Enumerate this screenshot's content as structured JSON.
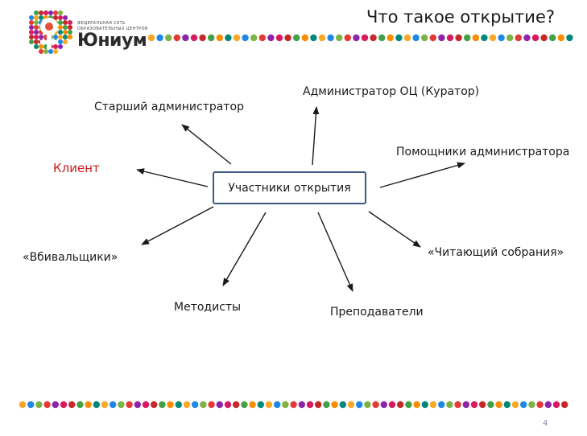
{
  "slide": {
    "title": "Что такое открытие?",
    "page_number": "4"
  },
  "logo": {
    "line1": "ФЕДЕРАЛЬНАЯ СЕТЬ",
    "line2": "ОБРАЗОВАТЕЛЬНЫХ ЦЕНТРОВ",
    "name": "Юниум"
  },
  "diagram": {
    "center": "Участники открытия",
    "nodes": {
      "senior_admin": "Старший администратор",
      "curator": "Администратор ОЦ (Куратор)",
      "assistants": "Помощники администратора",
      "client": "Клиент",
      "hitters": "«Вбивальщики»",
      "reader": "«Читающий собрания»",
      "methodists": "Методисты",
      "teachers": "Преподаватели"
    },
    "colors": {
      "box_border": "#3d5a80",
      "arrow": "#1a1a1a",
      "client_text": "#c81e1e"
    }
  },
  "decor": {
    "dot_colors": [
      "#e53935",
      "#f9a825",
      "#43a047",
      "#8e24aa",
      "#1e88e5",
      "#fb8c00",
      "#d81b60",
      "#7cb342",
      "#00897b",
      "#c62828"
    ]
  }
}
